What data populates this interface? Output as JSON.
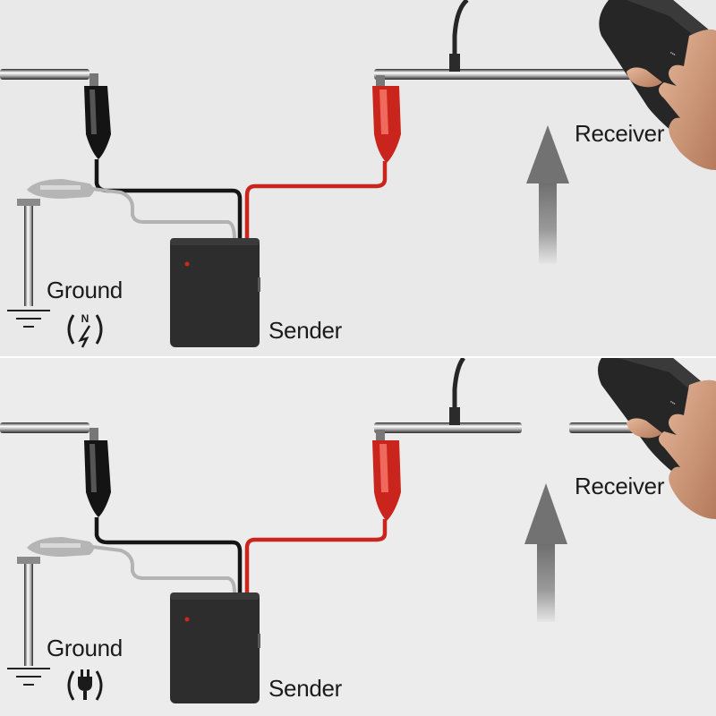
{
  "panels": [
    {
      "id": "non-contact",
      "labels": {
        "ground": "Ground",
        "sender": "Sender",
        "receiver": "Receiver"
      },
      "ground_icon": "ground-symbol-icon",
      "mode_icon": "non-contact-voltage-icon",
      "mode_glyph": "N"
    },
    {
      "id": "plug",
      "labels": {
        "ground": "Ground",
        "sender": "Sender",
        "receiver": "Receiver"
      },
      "ground_icon": "ground-symbol-icon",
      "mode_icon": "outlet-plug-icon",
      "mode_glyph": ""
    }
  ],
  "colors": {
    "black_wire": "#151515",
    "red_wire": "#c9251c",
    "gray_wire": "#a9a9a9",
    "device": "#2d2d2d",
    "led": "#d0271d",
    "arrow": "#7a7a7a"
  }
}
